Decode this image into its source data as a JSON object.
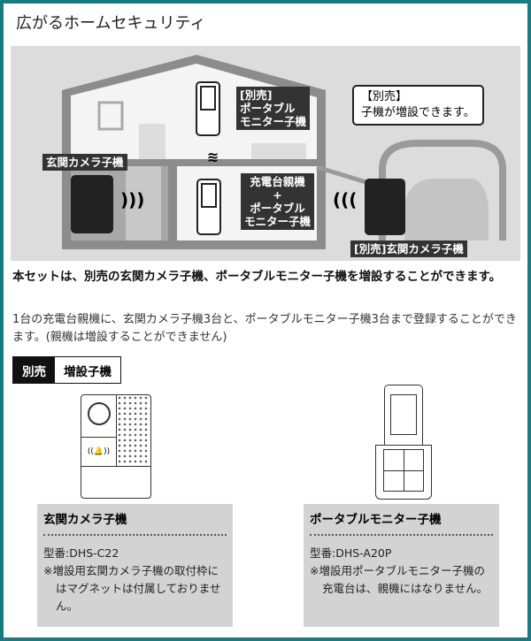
{
  "title": "広がるホームセキュリティ",
  "illustration": {
    "label_portable_optional": [
      "[別売]",
      "ポータブル",
      "モニター子機"
    ],
    "callout": [
      "【別売】",
      "子機が増設できます。"
    ],
    "label_entrance_camera": "玄関カメラ子機",
    "label_base_unit": [
      "充電台親機",
      "+",
      "ポータブル",
      "モニター子機"
    ],
    "label_optional_camera": "[別売]玄関カメラ子機"
  },
  "description_bold": "本セットは、別売の玄関カメラ子機、ポータブルモニター子機を増設することができます。",
  "description": "1台の充電台親機に、玄関カメラ子機3台と、ポータブルモニター子機3台まで登録することができます。(親機は増設することができません)",
  "tag": {
    "left": "別売",
    "right": "増設子機"
  },
  "products": [
    {
      "name": "玄関カメラ子機",
      "model": "型番:DHS-C22",
      "note": "※増設用玄関カメラ子機の取付枠にはマグネットは付属しておりません。"
    },
    {
      "name": "ポータブルモニター子機",
      "model": "型番:DHS-A20P",
      "note": "※増設用ポータブルモニター子機の充電台は、親機にはなりません。"
    }
  ]
}
